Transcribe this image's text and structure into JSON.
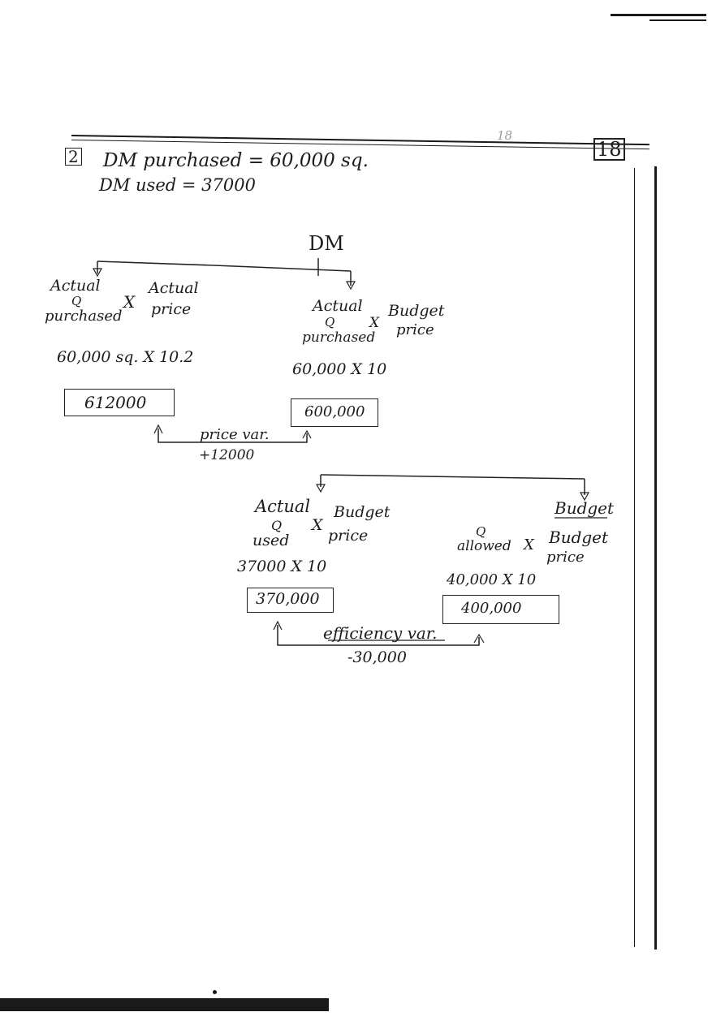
{
  "header": {
    "faint_number": "18",
    "page_number": "18"
  },
  "problem": {
    "label": "2",
    "line1": "DM purchased = 60,000 sq.",
    "line2": "DM used = 37000"
  },
  "tree": {
    "root": "DM",
    "left": {
      "col_a_l1": "Actual",
      "col_a_l2": "Q",
      "col_a_l3": "purchased",
      "times": "X",
      "col_b_l1": "Actual",
      "col_b_l2": "price",
      "calc": "60,000 sq. X 10.2",
      "result": "612000"
    },
    "middle": {
      "col_a_l1": "Actual",
      "col_a_l2": "Q",
      "col_a_l3": "purchased",
      "times": "X",
      "col_b_l1": "Budget",
      "col_b_l2": "price",
      "calc": "60,000 X 10",
      "result": "600,000"
    },
    "price_var": {
      "label": "price var.",
      "value": "+12000"
    },
    "used": {
      "col_a_l1": "Actual",
      "col_a_l2": "Q",
      "col_a_l3": "used",
      "times": "X",
      "col_b_l1": "Budget",
      "col_b_l2": "price",
      "calc": "37000 X 10",
      "result": "370,000"
    },
    "allowed": {
      "top": "Budget",
      "col_a_l1": "Q",
      "col_a_l2": "allowed",
      "times": "X",
      "col_b_l1": "Budget",
      "col_b_l2": "price",
      "calc": "40,000 X 10",
      "result": "400,000"
    },
    "efficiency_var": {
      "label": "efficiency var.",
      "value": "-30,000"
    }
  }
}
